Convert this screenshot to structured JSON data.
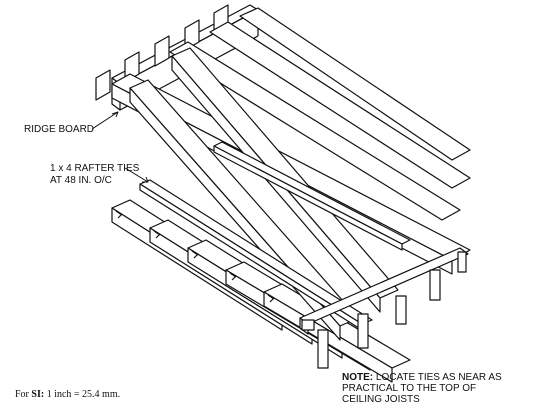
{
  "labels": {
    "ridge_board": "RIDGE BOARD",
    "rafter_ties_line1": "1 x 4 RAFTER TIES",
    "rafter_ties_line2": "AT 48 IN. O/C",
    "note_prefix": "NOTE:",
    "note_line1_rest": " LOCATE TIES AS NEAR AS",
    "note_line2": "PRACTICAL TO THE TOP OF",
    "note_line3": "CEILING JOISTS",
    "si_prefix": "For ",
    "si_bold": "SI:",
    "si_rest": " 1 inch = 25.4 mm."
  },
  "colors": {
    "line": "#111111",
    "background": "#ffffff"
  }
}
